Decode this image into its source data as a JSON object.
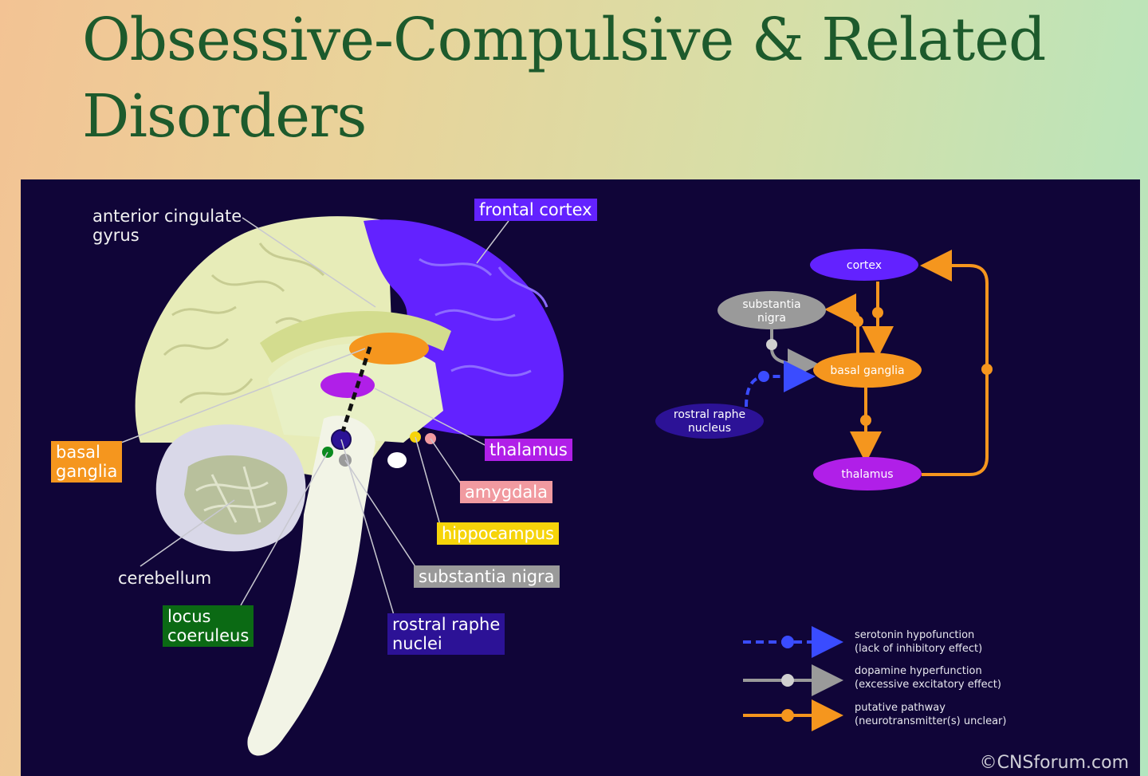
{
  "title": "Obsessive-Compulsive & Related Disorders",
  "brain_labels": {
    "anterior_cingulate": "anterior cingulate\ngyrus",
    "frontal_cortex": "frontal cortex",
    "basal_ganglia": "basal\nganglia",
    "thalamus": "thalamus",
    "amygdala": "amygdala",
    "hippocampus": "hippocampus",
    "substantia_nigra": "substantia nigra",
    "rostral_raphe": "rostral raphe\nnuclei",
    "cerebellum": "cerebellum",
    "locus_coeruleus": "locus\ncoeruleus"
  },
  "pathway_nodes": {
    "cortex": "cortex",
    "substantia_nigra": [
      "substantia",
      "nigra"
    ],
    "basal_ganglia": "basal ganglia",
    "rostral_raphe": [
      "rostral raphe",
      "nucleus"
    ],
    "thalamus": "thalamus"
  },
  "legend": [
    {
      "text": "serotonin hypofunction\n(lack of inhibitory effect)",
      "color": "#3a4cff",
      "style": "dashed"
    },
    {
      "text": "dopamine hyperfunction\n(excessive excitatory effect)",
      "color": "#9a9a9a",
      "style": "solid"
    },
    {
      "text": "putative pathway\n(neurotransmitter(s) unclear)",
      "color": "#f5961e",
      "style": "solid"
    }
  ],
  "copyright": "©CNSforum.com",
  "colors": {
    "panel": "#100538",
    "frontal_cortex": "#6322ff",
    "basal_ganglia": "#f5961e",
    "thalamus": "#b01fe8",
    "amygdala": "#f19aa0",
    "hippocampus": "#f6d40a",
    "substantia_nigra": "#9a9a9a",
    "rostral_raphe": "#2c1296",
    "locus_coeruleus": "#0b6a14",
    "title": "#1d5a2c"
  }
}
